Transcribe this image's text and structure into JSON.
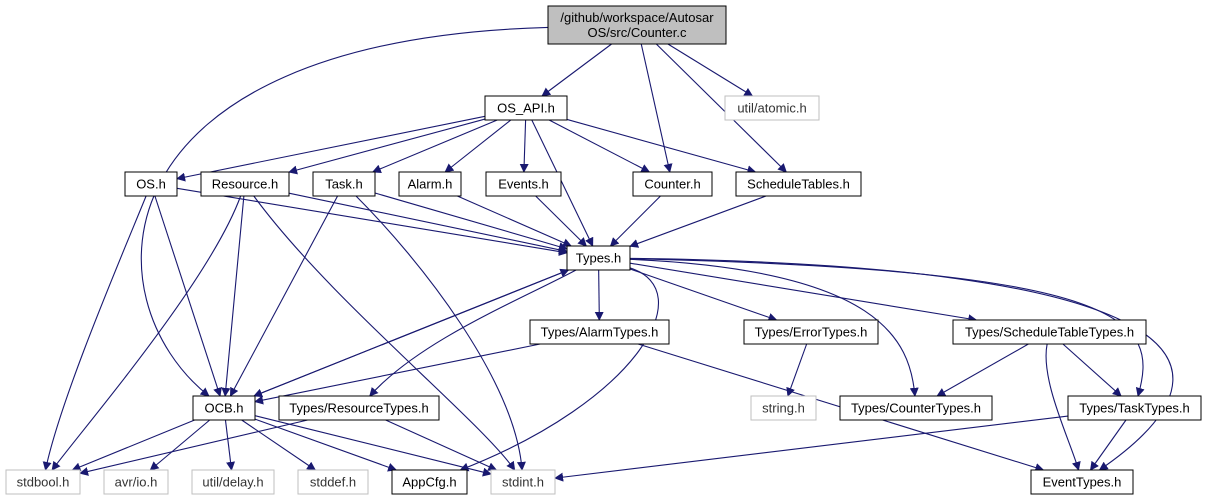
{
  "graph": {
    "root": {
      "label_line1": "/github/workspace/Autosar",
      "label_line2": "OS/src/Counter.c"
    },
    "nodes": [
      {
        "id": "os_api",
        "label": "OS_API.h",
        "style": "normal"
      },
      {
        "id": "atomic",
        "label": "util/atomic.h",
        "style": "external"
      },
      {
        "id": "os",
        "label": "OS.h",
        "style": "normal"
      },
      {
        "id": "resource",
        "label": "Resource.h",
        "style": "normal"
      },
      {
        "id": "task",
        "label": "Task.h",
        "style": "normal"
      },
      {
        "id": "alarm",
        "label": "Alarm.h",
        "style": "normal"
      },
      {
        "id": "events",
        "label": "Events.h",
        "style": "normal"
      },
      {
        "id": "counter",
        "label": "Counter.h",
        "style": "normal"
      },
      {
        "id": "sched",
        "label": "ScheduleTables.h",
        "style": "normal"
      },
      {
        "id": "types",
        "label": "Types.h",
        "style": "normal"
      },
      {
        "id": "alarmtypes",
        "label": "Types/AlarmTypes.h",
        "style": "normal"
      },
      {
        "id": "errortypes",
        "label": "Types/ErrorTypes.h",
        "style": "normal"
      },
      {
        "id": "schedtypes",
        "label": "Types/ScheduleTableTypes.h",
        "style": "normal"
      },
      {
        "id": "ocb",
        "label": "OCB.h",
        "style": "normal"
      },
      {
        "id": "restypes",
        "label": "Types/ResourceTypes.h",
        "style": "normal"
      },
      {
        "id": "string",
        "label": "string.h",
        "style": "external"
      },
      {
        "id": "countertypes",
        "label": "Types/CounterTypes.h",
        "style": "normal"
      },
      {
        "id": "tasktypes",
        "label": "Types/TaskTypes.h",
        "style": "normal"
      },
      {
        "id": "stdbool",
        "label": "stdbool.h",
        "style": "external"
      },
      {
        "id": "avrio",
        "label": "avr/io.h",
        "style": "external"
      },
      {
        "id": "delay",
        "label": "util/delay.h",
        "style": "external"
      },
      {
        "id": "stddef",
        "label": "stddef.h",
        "style": "external"
      },
      {
        "id": "appcfg",
        "label": "AppCfg.h",
        "style": "normal"
      },
      {
        "id": "stdint",
        "label": "stdint.h",
        "style": "external"
      },
      {
        "id": "eventtypes",
        "label": "EventTypes.h",
        "style": "normal"
      }
    ],
    "edges": [
      [
        "root",
        "os_api"
      ],
      [
        "root",
        "atomic"
      ],
      [
        "root",
        "counter"
      ],
      [
        "root",
        "sched"
      ],
      [
        "root",
        "ocb"
      ],
      [
        "os_api",
        "os"
      ],
      [
        "os_api",
        "resource"
      ],
      [
        "os_api",
        "task"
      ],
      [
        "os_api",
        "alarm"
      ],
      [
        "os_api",
        "events"
      ],
      [
        "os_api",
        "counter"
      ],
      [
        "os_api",
        "sched"
      ],
      [
        "os_api",
        "types"
      ],
      [
        "os",
        "types"
      ],
      [
        "os",
        "ocb"
      ],
      [
        "os",
        "stdbool"
      ],
      [
        "resource",
        "types"
      ],
      [
        "resource",
        "ocb"
      ],
      [
        "resource",
        "stdbool"
      ],
      [
        "resource",
        "stdint"
      ],
      [
        "task",
        "types"
      ],
      [
        "task",
        "ocb"
      ],
      [
        "task",
        "stdint"
      ],
      [
        "alarm",
        "types"
      ],
      [
        "events",
        "types"
      ],
      [
        "counter",
        "types"
      ],
      [
        "sched",
        "types"
      ],
      [
        "types",
        "alarmtypes"
      ],
      [
        "types",
        "errortypes"
      ],
      [
        "types",
        "schedtypes"
      ],
      [
        "types",
        "countertypes"
      ],
      [
        "types",
        "tasktypes"
      ],
      [
        "types",
        "eventtypes"
      ],
      [
        "types",
        "restypes"
      ],
      [
        "types",
        "ocb"
      ],
      [
        "types",
        "appcfg"
      ],
      [
        "alarmtypes",
        "ocb"
      ],
      [
        "alarmtypes",
        "eventtypes"
      ],
      [
        "errortypes",
        "string"
      ],
      [
        "schedtypes",
        "countertypes"
      ],
      [
        "schedtypes",
        "tasktypes"
      ],
      [
        "schedtypes",
        "eventtypes"
      ],
      [
        "tasktypes",
        "eventtypes"
      ],
      [
        "tasktypes",
        "stdint"
      ],
      [
        "ocb",
        "types"
      ],
      [
        "ocb",
        "stdbool"
      ],
      [
        "ocb",
        "avrio"
      ],
      [
        "ocb",
        "delay"
      ],
      [
        "ocb",
        "stddef"
      ],
      [
        "ocb",
        "appcfg"
      ],
      [
        "ocb",
        "stdint"
      ],
      [
        "restypes",
        "stdbool"
      ],
      [
        "restypes",
        "stdint"
      ]
    ],
    "colors": {
      "edge": "#191970",
      "border": "#000000",
      "external_border": "#bfbfbf",
      "root_fill": "#bfbfbf",
      "fill": "#ffffff",
      "text": "#000000"
    }
  }
}
